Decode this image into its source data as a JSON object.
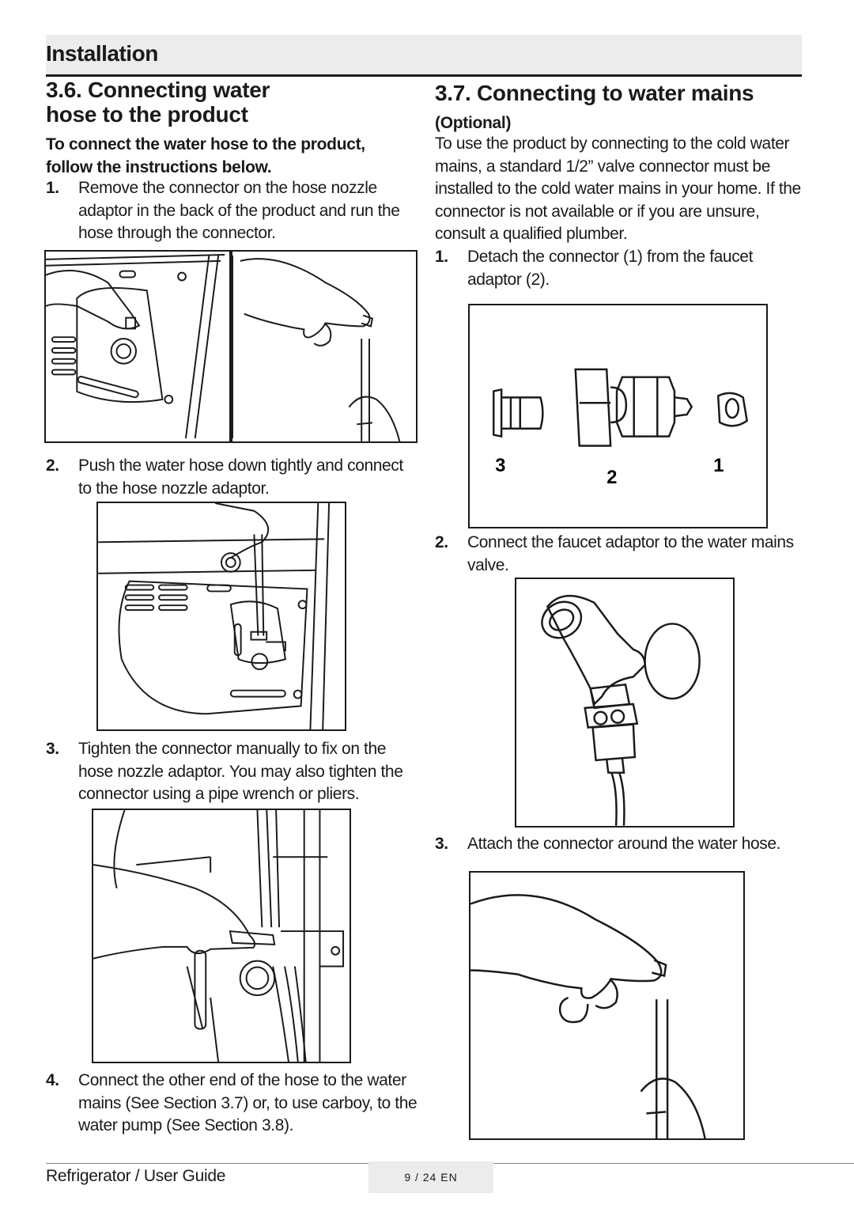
{
  "header": {
    "title": "Installation"
  },
  "left": {
    "title_line1": "3.6.  Connecting water",
    "title_line2": "hose to the product",
    "intro_line1": "To connect the water hose to the product,",
    "intro_line2": "follow the instructions below.",
    "steps": [
      {
        "num": "1.",
        "text": "Remove the connector on the hose nozzle adaptor in the back of the product and run the hose through the connector."
      },
      {
        "num": "2.",
        "text": "Push the water hose down tightly and connect to the hose nozzle adaptor."
      },
      {
        "num": "3.",
        "text": "Tighten the connector manually to fix on the hose nozzle adaptor. You may also tighten the connector using a pipe wrench or pliers."
      },
      {
        "num": "4.",
        "text": "Connect the other end of the hose to the water mains (See Section 3.7) or, to use carboy, to the water pump (See Section 3.8)."
      }
    ]
  },
  "right": {
    "title": "3.7.  Connecting to water mains",
    "optional": "(Optional)",
    "intro": "To use the product by connecting to the cold water mains, a standard 1/2” valve connector must be installed to the cold water mains in your home. If the connector is not available or if you are unsure, consult a qualified plumber.",
    "steps": [
      {
        "num": "1.",
        "text": "Detach the connector (1) from the faucet adaptor (2)."
      },
      {
        "num": "2.",
        "text": "Connect the faucet adaptor to the water mains valve."
      },
      {
        "num": "3.",
        "text": "Attach the connector around the water hose."
      }
    ],
    "parts_labels": {
      "p3": "3",
      "p2": "2",
      "p1": "1"
    }
  },
  "footer": {
    "left": "Refrigerator / User Guide",
    "page": "9 / 24  EN"
  }
}
